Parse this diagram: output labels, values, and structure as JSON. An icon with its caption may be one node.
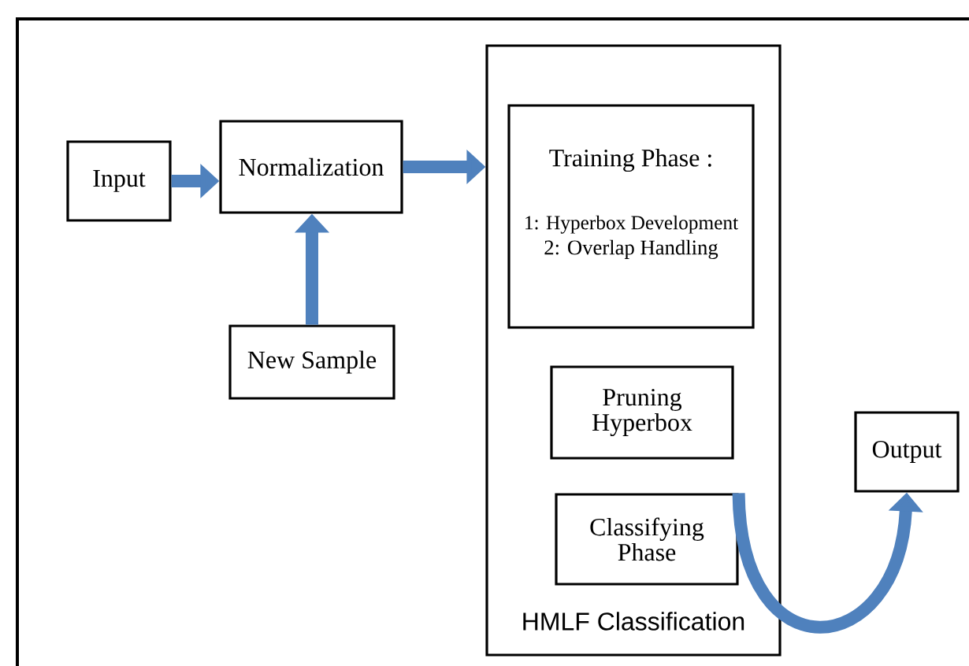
{
  "diagram": {
    "nodes": [
      {
        "text": [
          "Input"
        ]
      },
      {
        "text": [
          "Normalization"
        ]
      },
      {
        "text": [
          "New Sample"
        ]
      },
      {
        "text": [
          "HMLF Classification"
        ]
      },
      {
        "text": [
          "Training Phase :",
          "1: Hyperbox Development",
          "2: Overlap Handling"
        ],
        "in": 3
      },
      {
        "text": [
          "Pruning Hyperbox"
        ],
        "in": 3
      },
      {
        "text": [
          "Classifying Phase"
        ],
        "in": 3
      },
      {
        "text": [
          "Output"
        ]
      }
    ],
    "edges": [
      {
        "from": 0,
        "to": 1,
        "arrow": "to"
      },
      {
        "from": 2,
        "to": 1,
        "arrow": "to"
      },
      {
        "from": 1,
        "to": 3,
        "arrow": "to"
      },
      {
        "from": 6,
        "to": 7,
        "arrow": "to"
      }
    ]
  }
}
